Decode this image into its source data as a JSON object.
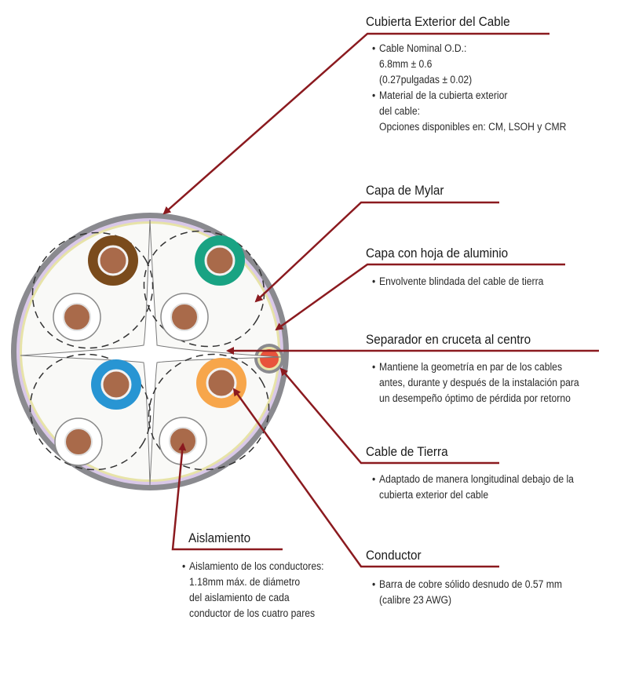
{
  "colors": {
    "leader": "#8b1a1f",
    "jacket": "#8a8a8f",
    "mylar": "#d9c8e8",
    "foil": "#e7e3a8",
    "core_fill": "#f9f9f7",
    "copper": "#a96a4a",
    "pair_brown": "#7a4b1c",
    "pair_green": "#19a383",
    "pair_blue": "#2895d3",
    "pair_orange": "#f7a64b",
    "drain": "#e8533c"
  },
  "labels": {
    "jacket": {
      "title": "Cubierta Exterior del Cable",
      "lines": [
        {
          "bullet": true,
          "text": "Cable Nominal O.D.:"
        },
        {
          "bullet": false,
          "text": "6.8mm ± 0.6"
        },
        {
          "bullet": false,
          "text": "(0.27pulgadas ± 0.02)"
        },
        {
          "bullet": true,
          "text": "Material de la cubierta exterior"
        },
        {
          "bullet": false,
          "text": "del cable:"
        },
        {
          "bullet": false,
          "text": "Opciones disponibles en: CM, LSOH y CMR"
        }
      ]
    },
    "mylar": {
      "title": "Capa de Mylar",
      "lines": []
    },
    "foil": {
      "title": "Capa con hoja de aluminio",
      "lines": [
        {
          "bullet": true,
          "text": "Envolvente blindada del cable de tierra"
        }
      ]
    },
    "separator": {
      "title": "Separador en cruceta al centro",
      "lines": [
        {
          "bullet": true,
          "text": "Mantiene la geometría en par de los cables"
        },
        {
          "bullet": false,
          "text": "antes, durante y después de la instalación para"
        },
        {
          "bullet": false,
          "text": "un desempeño óptimo de pérdida por retorno"
        }
      ]
    },
    "drain": {
      "title": "Cable de Tierra",
      "lines": [
        {
          "bullet": true,
          "text": "Adaptado de manera longitudinal debajo de la"
        },
        {
          "bullet": false,
          "text": "cubierta exterior del cable"
        }
      ]
    },
    "conductor": {
      "title": "Conductor",
      "lines": [
        {
          "bullet": true,
          "text": "Barra de cobre sólido desnudo de 0.57 mm"
        },
        {
          "bullet": false,
          "text": "(calibre 23 AWG)"
        }
      ]
    },
    "insulation": {
      "title": "Aislamiento",
      "lines": [
        {
          "bullet": true,
          "text": "Aislamiento de los conductores:"
        },
        {
          "bullet": false,
          "text": "1.18mm máx. de diámetro"
        },
        {
          "bullet": false,
          "text": "del aislamiento de cada"
        },
        {
          "bullet": false,
          "text": "conductor de los cuatro pares"
        }
      ]
    }
  }
}
